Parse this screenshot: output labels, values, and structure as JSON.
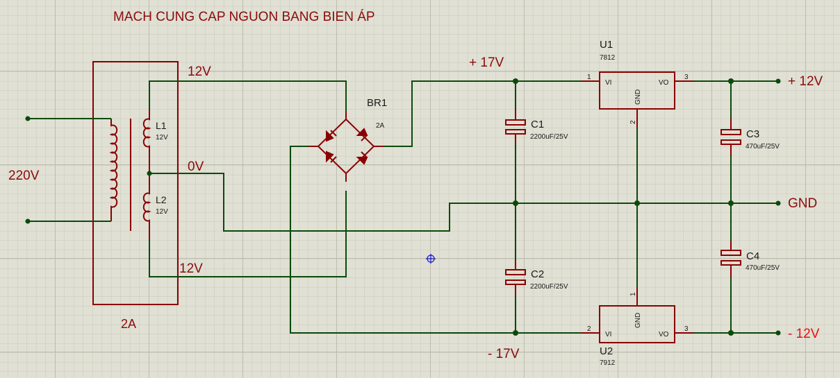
{
  "title": "MACH CUNG CAP NGUON BANG BIEN ÁP",
  "colors": {
    "background": "#e0e0d4",
    "grid_minor": "#cbcbbe",
    "grid_major": "#bdbdb0",
    "wire": "#0b4a0b",
    "component": "#8b0000",
    "chip_fill": "#c8c8b0",
    "label_red": "#8b0a0a",
    "label_bright_red": "#e61010",
    "cursor": "#1a1acc"
  },
  "transformer": {
    "input_label": "220V",
    "rating": "2A",
    "top_tap_label": "12V",
    "center_tap_label": "0V",
    "bottom_tap_label": "12V",
    "windings": [
      {
        "ref": "L1",
        "value": "12V"
      },
      {
        "ref": "L2",
        "value": "12V"
      }
    ]
  },
  "bridge": {
    "ref": "BR1",
    "value": "2A"
  },
  "rails": {
    "pos_unreg": "+ 17V",
    "neg_unreg": "- 17V",
    "pos_out": "+ 12V",
    "gnd_out": "GND",
    "neg_out": "- 12V"
  },
  "capacitors": [
    {
      "ref": "C1",
      "value": "2200uF/25V"
    },
    {
      "ref": "C2",
      "value": "2200uF/25V"
    },
    {
      "ref": "C3",
      "value": "470uF/25V"
    },
    {
      "ref": "C4",
      "value": "470uF/25V"
    }
  ],
  "regulators": [
    {
      "ref": "U1",
      "part": "7812",
      "pin_vi": "VI",
      "pin_vo": "VO",
      "pin_gnd": "GND",
      "pin_in_num": "1",
      "pin_gnd_num": "2",
      "pin_out_num": "3"
    },
    {
      "ref": "U2",
      "part": "7912",
      "pin_vi": "VI",
      "pin_vo": "VO",
      "pin_gnd": "GND",
      "pin_in_num": "2",
      "pin_gnd_num": "1",
      "pin_out_num": "3"
    }
  ]
}
